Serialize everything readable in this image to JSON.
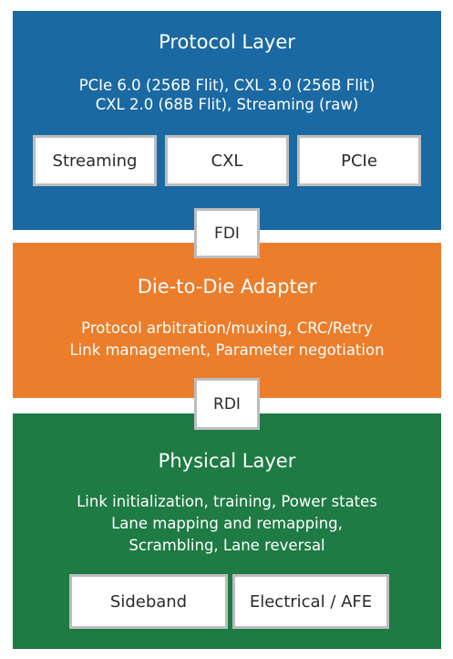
{
  "protocol_layer": {
    "title": "Protocol Layer",
    "desc_line1": "PCIe 6.0 (256B Flit), CXL 3.0 (256B Flit)",
    "desc_line2": "CXL 2.0 (68B Flit), Streaming (raw)",
    "boxes": [
      "Streaming",
      "CXL",
      "PCIe"
    ],
    "color": "#1b69a3"
  },
  "interfaces": {
    "fdi": "FDI",
    "rdi": "RDI"
  },
  "adapter_layer": {
    "title": "Die-to-Die Adapter",
    "desc_line1": "Protocol arbitration/muxing, CRC/Retry",
    "desc_line2": "Link management, Parameter negotiation",
    "color": "#ec7d2a"
  },
  "physical_layer": {
    "title": "Physical Layer",
    "desc_line1": "Link initialization, training, Power states",
    "desc_line2": "Lane mapping and remapping,",
    "desc_line3": "Scrambling, Lane reversal",
    "boxes": [
      "Sideband",
      "Electrical / AFE"
    ],
    "color": "#1e7b44"
  }
}
